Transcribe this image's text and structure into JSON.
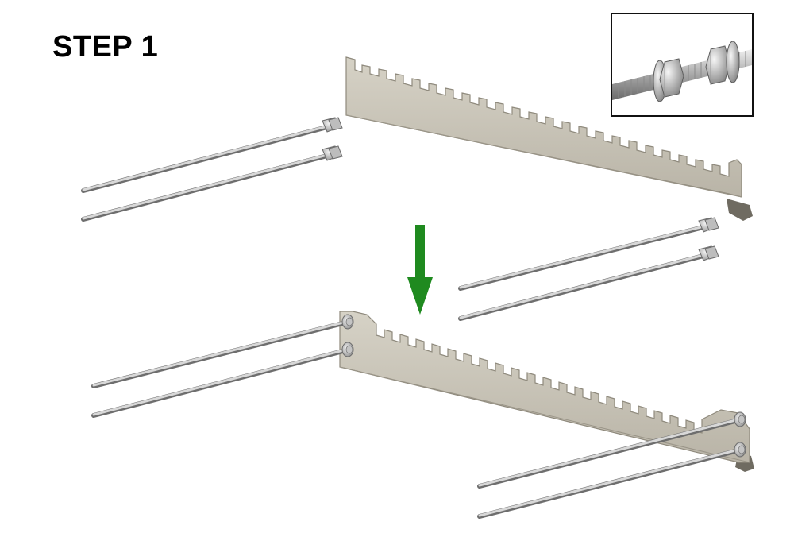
{
  "diagram": {
    "step_title": "STEP 1",
    "inset": {
      "icon": "bolt-nut-washer-detail"
    },
    "arrow": {
      "direction": "down",
      "color": "#1f8a1f"
    },
    "colors": {
      "bracket": "#c9c5b9",
      "bracket_edge": "#8f8a7d",
      "rod": "#cfcfcf",
      "rod_edge": "#7d7d7d",
      "nut": "#d9d9d9"
    },
    "bracket_icon": "slotted-bracket",
    "rod_icon": "threaded-rod"
  }
}
